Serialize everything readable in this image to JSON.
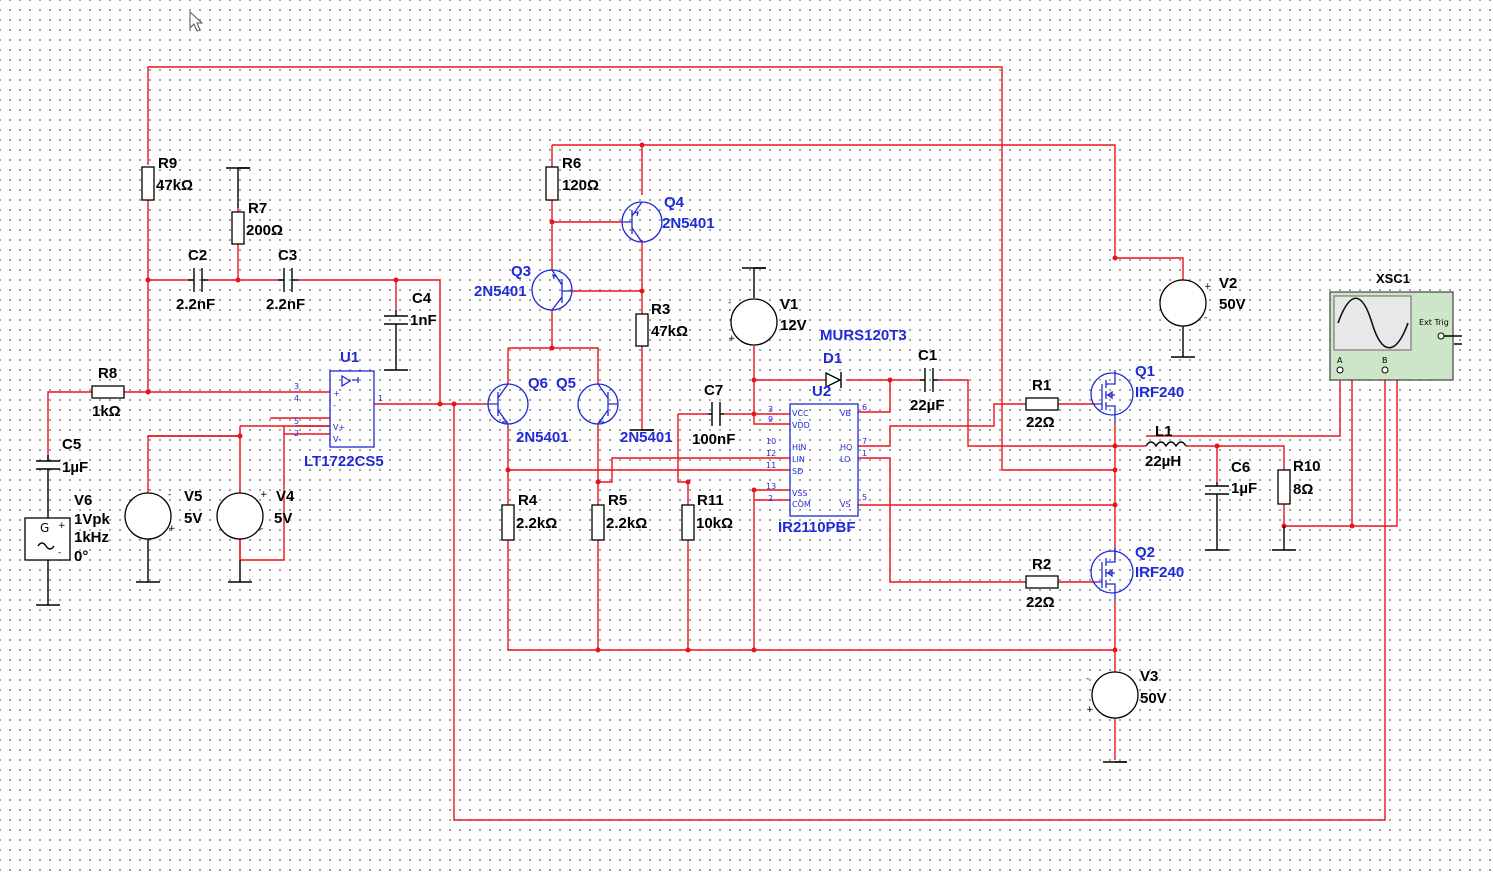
{
  "components": {
    "R9": {
      "ref": "R9",
      "value": "47kΩ"
    },
    "R7": {
      "ref": "R7",
      "value": "200Ω"
    },
    "C2": {
      "ref": "C2",
      "value": "2.2nF"
    },
    "C3": {
      "ref": "C3",
      "value": "2.2nF"
    },
    "C4": {
      "ref": "C4",
      "value": "1nF"
    },
    "R8": {
      "ref": "R8",
      "value": "1kΩ"
    },
    "C5": {
      "ref": "C5",
      "value": "1µF"
    },
    "V6": {
      "ref": "V6",
      "amplitude": "1Vpk",
      "frequency": "1kHz",
      "phase": "0°"
    },
    "V5": {
      "ref": "V5",
      "value": "5V"
    },
    "V4": {
      "ref": "V4",
      "value": "5V"
    },
    "U1": {
      "ref": "U1",
      "part": "LT1722CS5"
    },
    "R6": {
      "ref": "R6",
      "value": "120Ω"
    },
    "Q4": {
      "ref": "Q4",
      "part": "2N5401"
    },
    "Q3": {
      "ref": "Q3",
      "part": "2N5401"
    },
    "R3": {
      "ref": "R3",
      "value": "47kΩ"
    },
    "Q6": {
      "ref": "Q6",
      "part": "2N5401"
    },
    "Q5": {
      "ref": "Q5",
      "part": "2N5401"
    },
    "R4": {
      "ref": "R4",
      "value": "2.2kΩ"
    },
    "R5": {
      "ref": "R5",
      "value": "2.2kΩ"
    },
    "R11": {
      "ref": "R11",
      "value": "10kΩ"
    },
    "C7": {
      "ref": "C7",
      "value": "100nF"
    },
    "V1": {
      "ref": "V1",
      "value": "12V"
    },
    "D1": {
      "ref": "D1",
      "part": "MURS120T3"
    },
    "U2": {
      "ref": "U2",
      "part": "IR2110PBF"
    },
    "C1": {
      "ref": "C1",
      "value": "22µF"
    },
    "R1": {
      "ref": "R1",
      "value": "22Ω"
    },
    "Q1": {
      "ref": "Q1",
      "part": "IRF240"
    },
    "Q2": {
      "ref": "Q2",
      "part": "IRF240"
    },
    "R2": {
      "ref": "R2",
      "value": "22Ω"
    },
    "V2": {
      "ref": "V2",
      "value": "50V"
    },
    "V3": {
      "ref": "V3",
      "value": "50V"
    },
    "L1": {
      "ref": "L1",
      "value": "22µH"
    },
    "C6": {
      "ref": "C6",
      "value": "1µF"
    },
    "R10": {
      "ref": "R10",
      "value": "8Ω"
    },
    "XSC1": {
      "ref": "XSC1",
      "ext_trig": "Ext Trig",
      "channel_a": "A",
      "channel_b": "B"
    }
  },
  "pins": {
    "u1": {
      "p3": "3",
      "p4": "4",
      "p5": "5",
      "p2": "2",
      "p1": "1",
      "plus": "+",
      "minus": "-",
      "vplus": "V+",
      "vminus": "V-"
    },
    "u2": {
      "vcc": "VCC",
      "vdd": "VDD",
      "hin": "HIN",
      "lin": "LIN",
      "sd": "SD",
      "vss": "VSS",
      "com": "COM",
      "vb": "VB",
      "ho": "HO",
      "lo": "LO",
      "vs": "VS",
      "n3": "3",
      "n9": "9",
      "n10": "10",
      "n12": "12",
      "n11": "11",
      "n13": "13",
      "n2": "2",
      "n6": "6",
      "n7": "7",
      "n1": "1",
      "n5": "5"
    }
  },
  "polarity": {
    "plus": "+",
    "minus": "-",
    "gen": "G"
  },
  "colors": {
    "wire": "#e8141b",
    "symbol": "#000000",
    "reference": "#1f2ad8",
    "background": "#ffffff",
    "scope_body": "#cde6c8"
  }
}
